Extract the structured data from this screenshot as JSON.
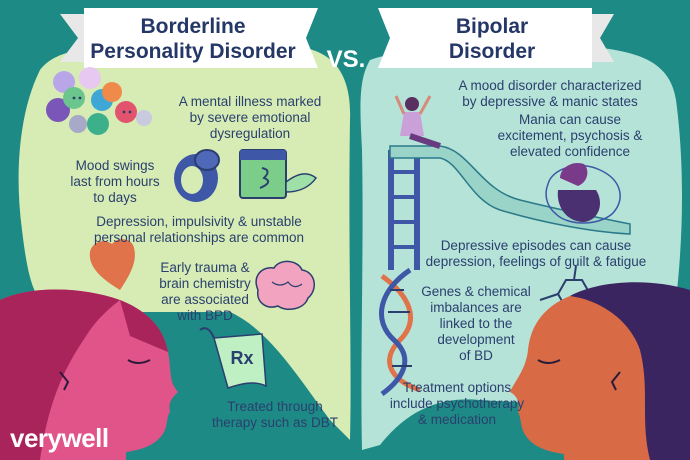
{
  "left_title": "Borderline\nPersonality Disorder",
  "vs_label": "VS.",
  "right_title": "Bipolar\nDisorder",
  "left_facts": [
    "A mental illness marked\nby severe emotional\ndysregulation",
    "Mood swings\nlast from hours\nto days",
    "Depression, impulsivity & unstable\npersonal relationships are common",
    "Early trauma &\nbrain chemistry\nare associated\nwith BPD",
    "Treated through\ntherapy such as DBT"
  ],
  "right_facts": [
    "A mood disorder characterized\nby depressive & manic states",
    "Mania can cause\nexcitement, psychosis &\nelevated confidence",
    "Depressive episodes can cause\ndepression, feelings of guilt & fatigue",
    "Genes & chemical\nimbalances are\nlinked to the\ndevelopment\nof BD",
    "Treatment options\ninclude psychotherapy\n& medication"
  ],
  "rx_symbol": "Rx",
  "brand": "verywell",
  "colors": {
    "background": "#1d8a86",
    "left_bubble": "#d6ecb4",
    "right_bubble": "#b5e3d8",
    "banner": "#ffffff",
    "title_text": "#243766",
    "body_text": "#2b3f6e",
    "left_face": "#e0548a",
    "right_face": "#d86a45"
  },
  "icons": [
    "emoji-faces-icon",
    "ring-icon",
    "calendar-icon",
    "heart-icon",
    "brain-icon",
    "prescription-icon",
    "slide-person-icon",
    "sad-person-icon",
    "dna-icon",
    "molecule-icon"
  ]
}
